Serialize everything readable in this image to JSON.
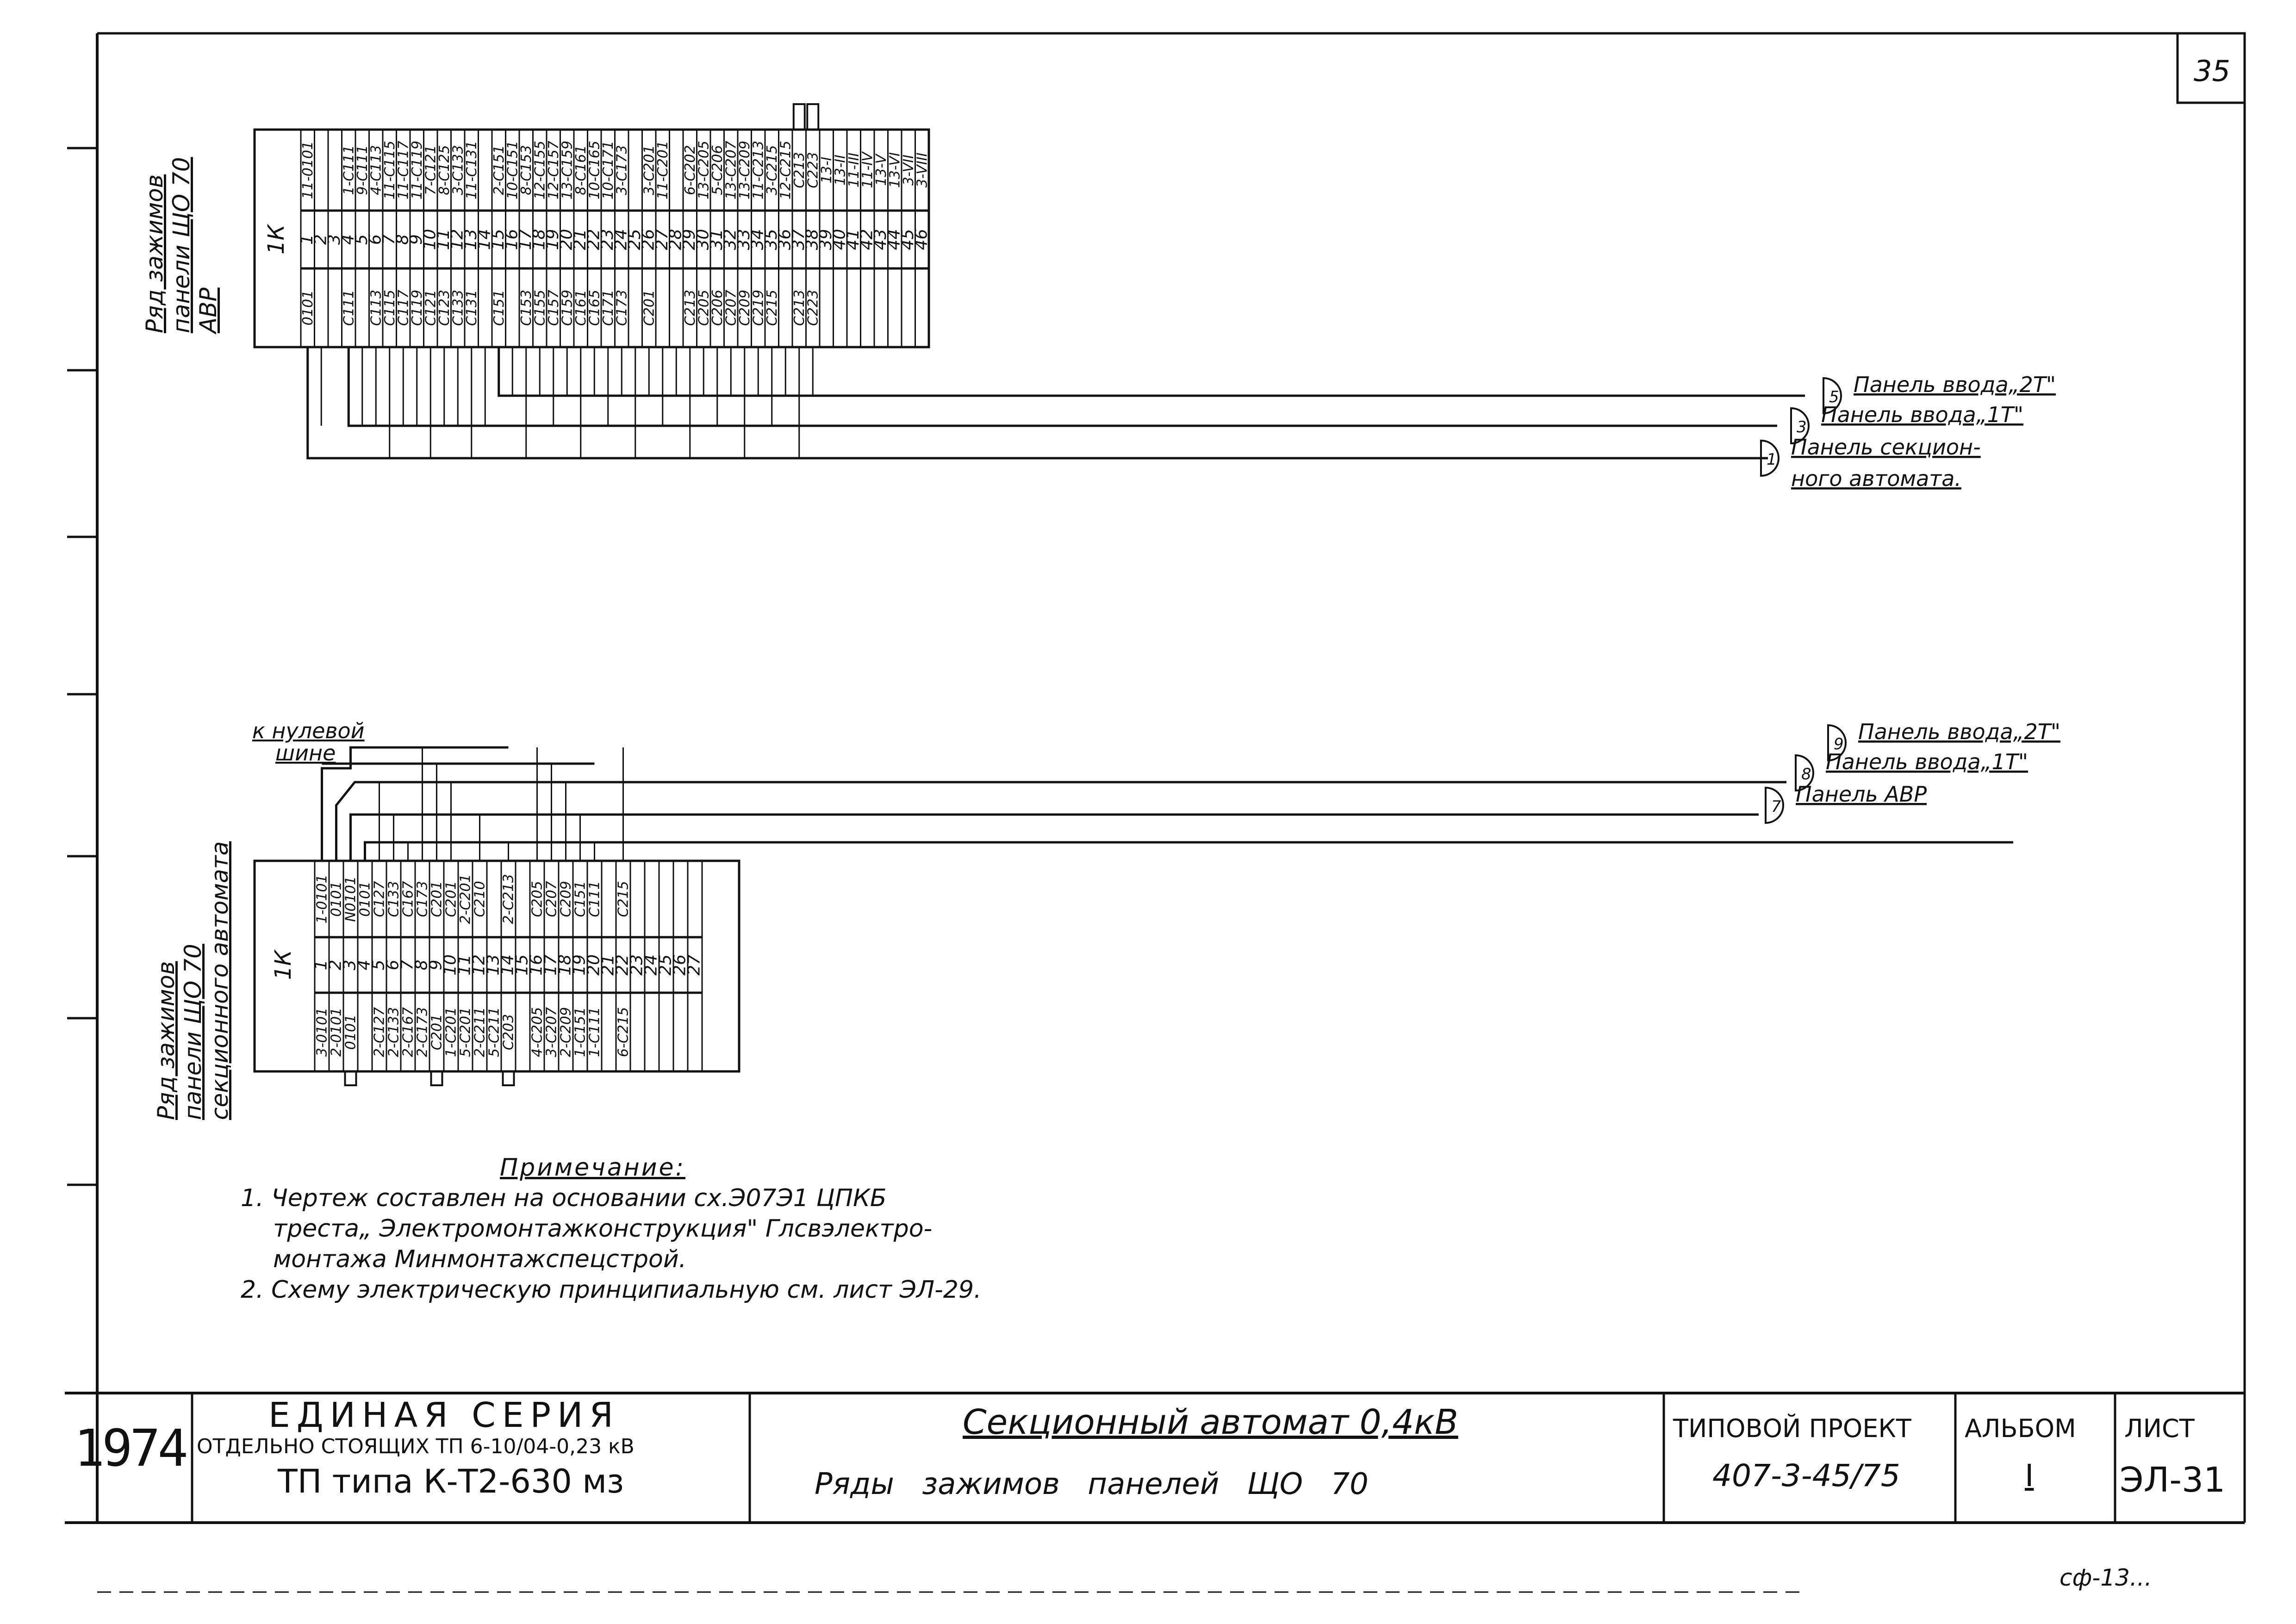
{
  "sheet_number": "35",
  "block_top": {
    "label_lines": [
      "Ряд зажимов",
      "панели ЩО 70",
      "АВР"
    ],
    "header": "1К",
    "left": [
      "0101",
      "",
      "",
      "С111",
      "",
      "С113",
      "С115",
      "С117",
      "С119",
      "С121",
      "С123",
      "С133",
      "С131",
      "",
      "С151",
      "",
      "С153",
      "С155",
      "С157",
      "С159",
      "С161",
      "С165",
      "С171",
      "С173",
      "",
      "С201",
      "",
      "",
      "С213",
      "С205",
      "С206",
      "С207",
      "С209",
      "С219",
      "С215",
      "",
      "С213",
      "С223",
      "",
      "",
      "",
      "",
      "",
      "",
      "",
      "",
      "",
      "",
      ""
    ],
    "num": [
      "1",
      "2",
      "3",
      "4",
      "5",
      "6",
      "7",
      "8",
      "9",
      "10",
      "11",
      "12",
      "13",
      "14",
      "15",
      "16",
      "17",
      "18",
      "19",
      "20",
      "21",
      "22",
      "23",
      "24",
      "25",
      "26",
      "27",
      "28",
      "29",
      "30",
      "31",
      "32",
      "33",
      "34",
      "35",
      "36",
      "37",
      "38",
      "39",
      "40",
      "41",
      "42",
      "43",
      "44",
      "45",
      "46"
    ],
    "right": [
      "11-0101",
      "",
      "",
      "1-С111",
      "9-С111",
      "4-С113",
      "11-С115",
      "11-С117",
      "11-С119",
      "7-С121",
      "8-С125",
      "3-С133",
      "11-С131",
      "",
      "2-С151",
      "10-С151",
      "8-С153",
      "12-С155",
      "12-С157",
      "13-С159",
      "8-С161",
      "10-С165",
      "10-С171",
      "3-С173",
      "",
      "3-С201",
      "11-С201",
      "",
      "6-С202",
      "13-С205",
      "5-С206",
      "13-С207",
      "13-С209",
      "11-С213",
      "3-С215",
      "12-С215",
      "С213",
      "С223",
      "13-I",
      "13-II",
      "11-III",
      "11-IV",
      "13-V",
      "13-VI",
      "3-VII",
      "3-VIII"
    ],
    "connectors": [
      {
        "num": "5",
        "label": "Панель ввода„2Т\""
      },
      {
        "num": "3",
        "label": "Панель ввода„1Т\""
      },
      {
        "num": "1",
        "label": "Панель секцион-"
      }
    ],
    "connector_extra": "ного автомата."
  },
  "block_bottom": {
    "label_lines": [
      "Ряд зажимов",
      "панели ЩО 70",
      "секционного автомата"
    ],
    "header": "1К",
    "bus_label_lines": [
      "к нулевой",
      "шине"
    ],
    "left": [
      "3-0101",
      "2-0101",
      "0101",
      "",
      "2-С127",
      "2-С133",
      "2-С167",
      "2-С173",
      "С201",
      "1-С201",
      "5-С201",
      "2-С211",
      "5-С211",
      "С203",
      "",
      "4-С205",
      "3-С207",
      "2-С209",
      "1-С151",
      "1-С111",
      "",
      "6-С215",
      "",
      "",
      "",
      "",
      ""
    ],
    "num": [
      "1",
      "2",
      "3",
      "4",
      "5",
      "6",
      "7",
      "8",
      "9",
      "10",
      "11",
      "12",
      "13",
      "14",
      "15",
      "16",
      "17",
      "18",
      "19",
      "20",
      "21",
      "22",
      "23",
      "24",
      "25",
      "26",
      "27"
    ],
    "right": [
      "1-0101",
      "0101",
      "N0101",
      "0101",
      "С127",
      "С133",
      "С167",
      "С173",
      "С201",
      "С201",
      "2-С201",
      "С210",
      "",
      "2-С213",
      "",
      "С205",
      "С207",
      "С209",
      "С151",
      "С111",
      "",
      "С215",
      "",
      "",
      "",
      "",
      ""
    ],
    "connectors": [
      {
        "num": "9",
        "label": "Панель ввода„2Т\""
      },
      {
        "num": "8",
        "label": "Панель ввода„1Т\""
      },
      {
        "num": "7",
        "label": "Панель АВР"
      }
    ]
  },
  "notes": {
    "title": "Примечание:",
    "lines": [
      "1. Чертеж составлен на основании сх.Э07Э1 ЦПКБ",
      "треста„ Электромонтажконструкция\" Глсвэлектро-",
      "монтажа Минмонтажспецстрой.",
      "2. Схему электрическую принципиальную см. лист ЭЛ-29."
    ]
  },
  "stamp": {
    "year": "1974",
    "series_title": "ЕДИНАЯ СЕРИЯ",
    "series_sub": "ОТДЕЛЬНО СТОЯЩИХ ТП 6-10/04-0,23 кВ",
    "tp_type": "ТП типа К-Т2-630 мз",
    "title_main": "Секционный автомат 0,4кВ",
    "title_sub": "Ряды зажимов панелей ЩО 70",
    "project_label": "ТИПОВОЙ ПРОЕКТ",
    "project_value": "407-3-45/75",
    "album_label": "АЛЬБОМ",
    "album_value": "I",
    "sheet_label": "ЛИСТ",
    "sheet_value": "ЭЛ-31"
  },
  "footer_mark": "сф-13..."
}
